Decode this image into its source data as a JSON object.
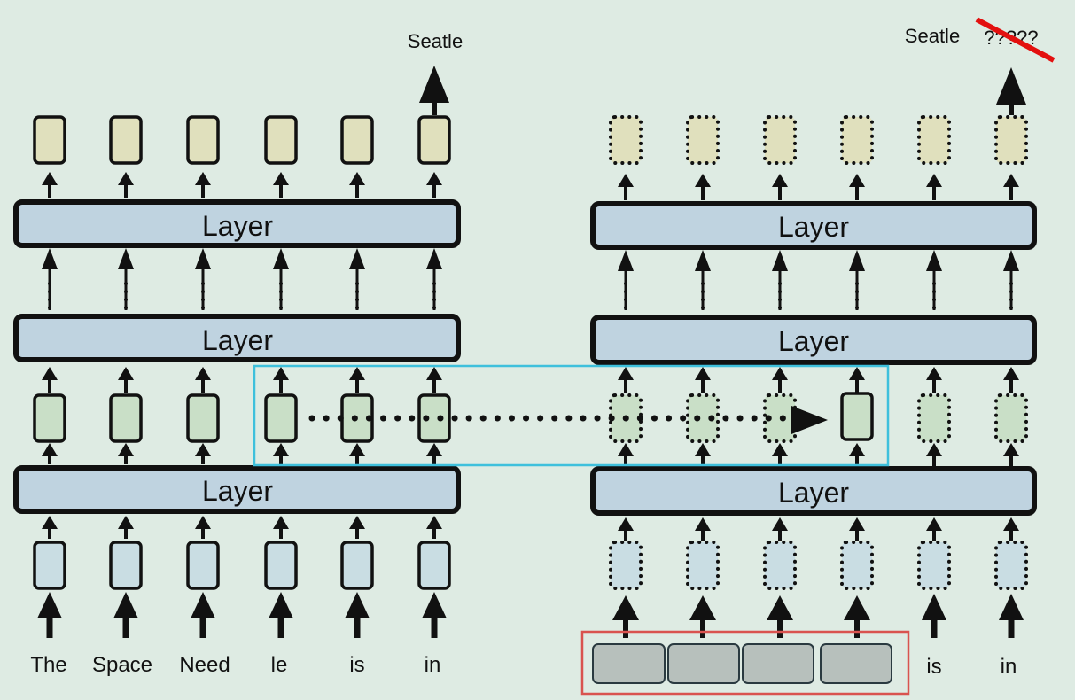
{
  "colors": {
    "background": "#deebe3",
    "layer_fill": "#bfd3e0",
    "output_fill": "#e0e0bd",
    "hidden_fill": "#c9dfc7",
    "input_fill": "#c9dde3",
    "stroke": "#111111",
    "highlight_cyan": "#3ec0dc",
    "highlight_red": "#d9534f",
    "strike_red": "#e3100f",
    "compressed_fill": "#b7c0bc"
  },
  "left_panel": {
    "layer_labels": [
      "Layer",
      "Layer",
      "Layer"
    ],
    "tokens": [
      "The",
      "Space",
      "Need",
      "le",
      "is",
      "in"
    ],
    "output_label": "Seatle"
  },
  "right_panel": {
    "layer_labels": [
      "Layer",
      "Layer",
      "Layer"
    ],
    "tokens": [
      "is",
      "in"
    ],
    "output_label": "Seatle",
    "struck_label": "?????"
  }
}
